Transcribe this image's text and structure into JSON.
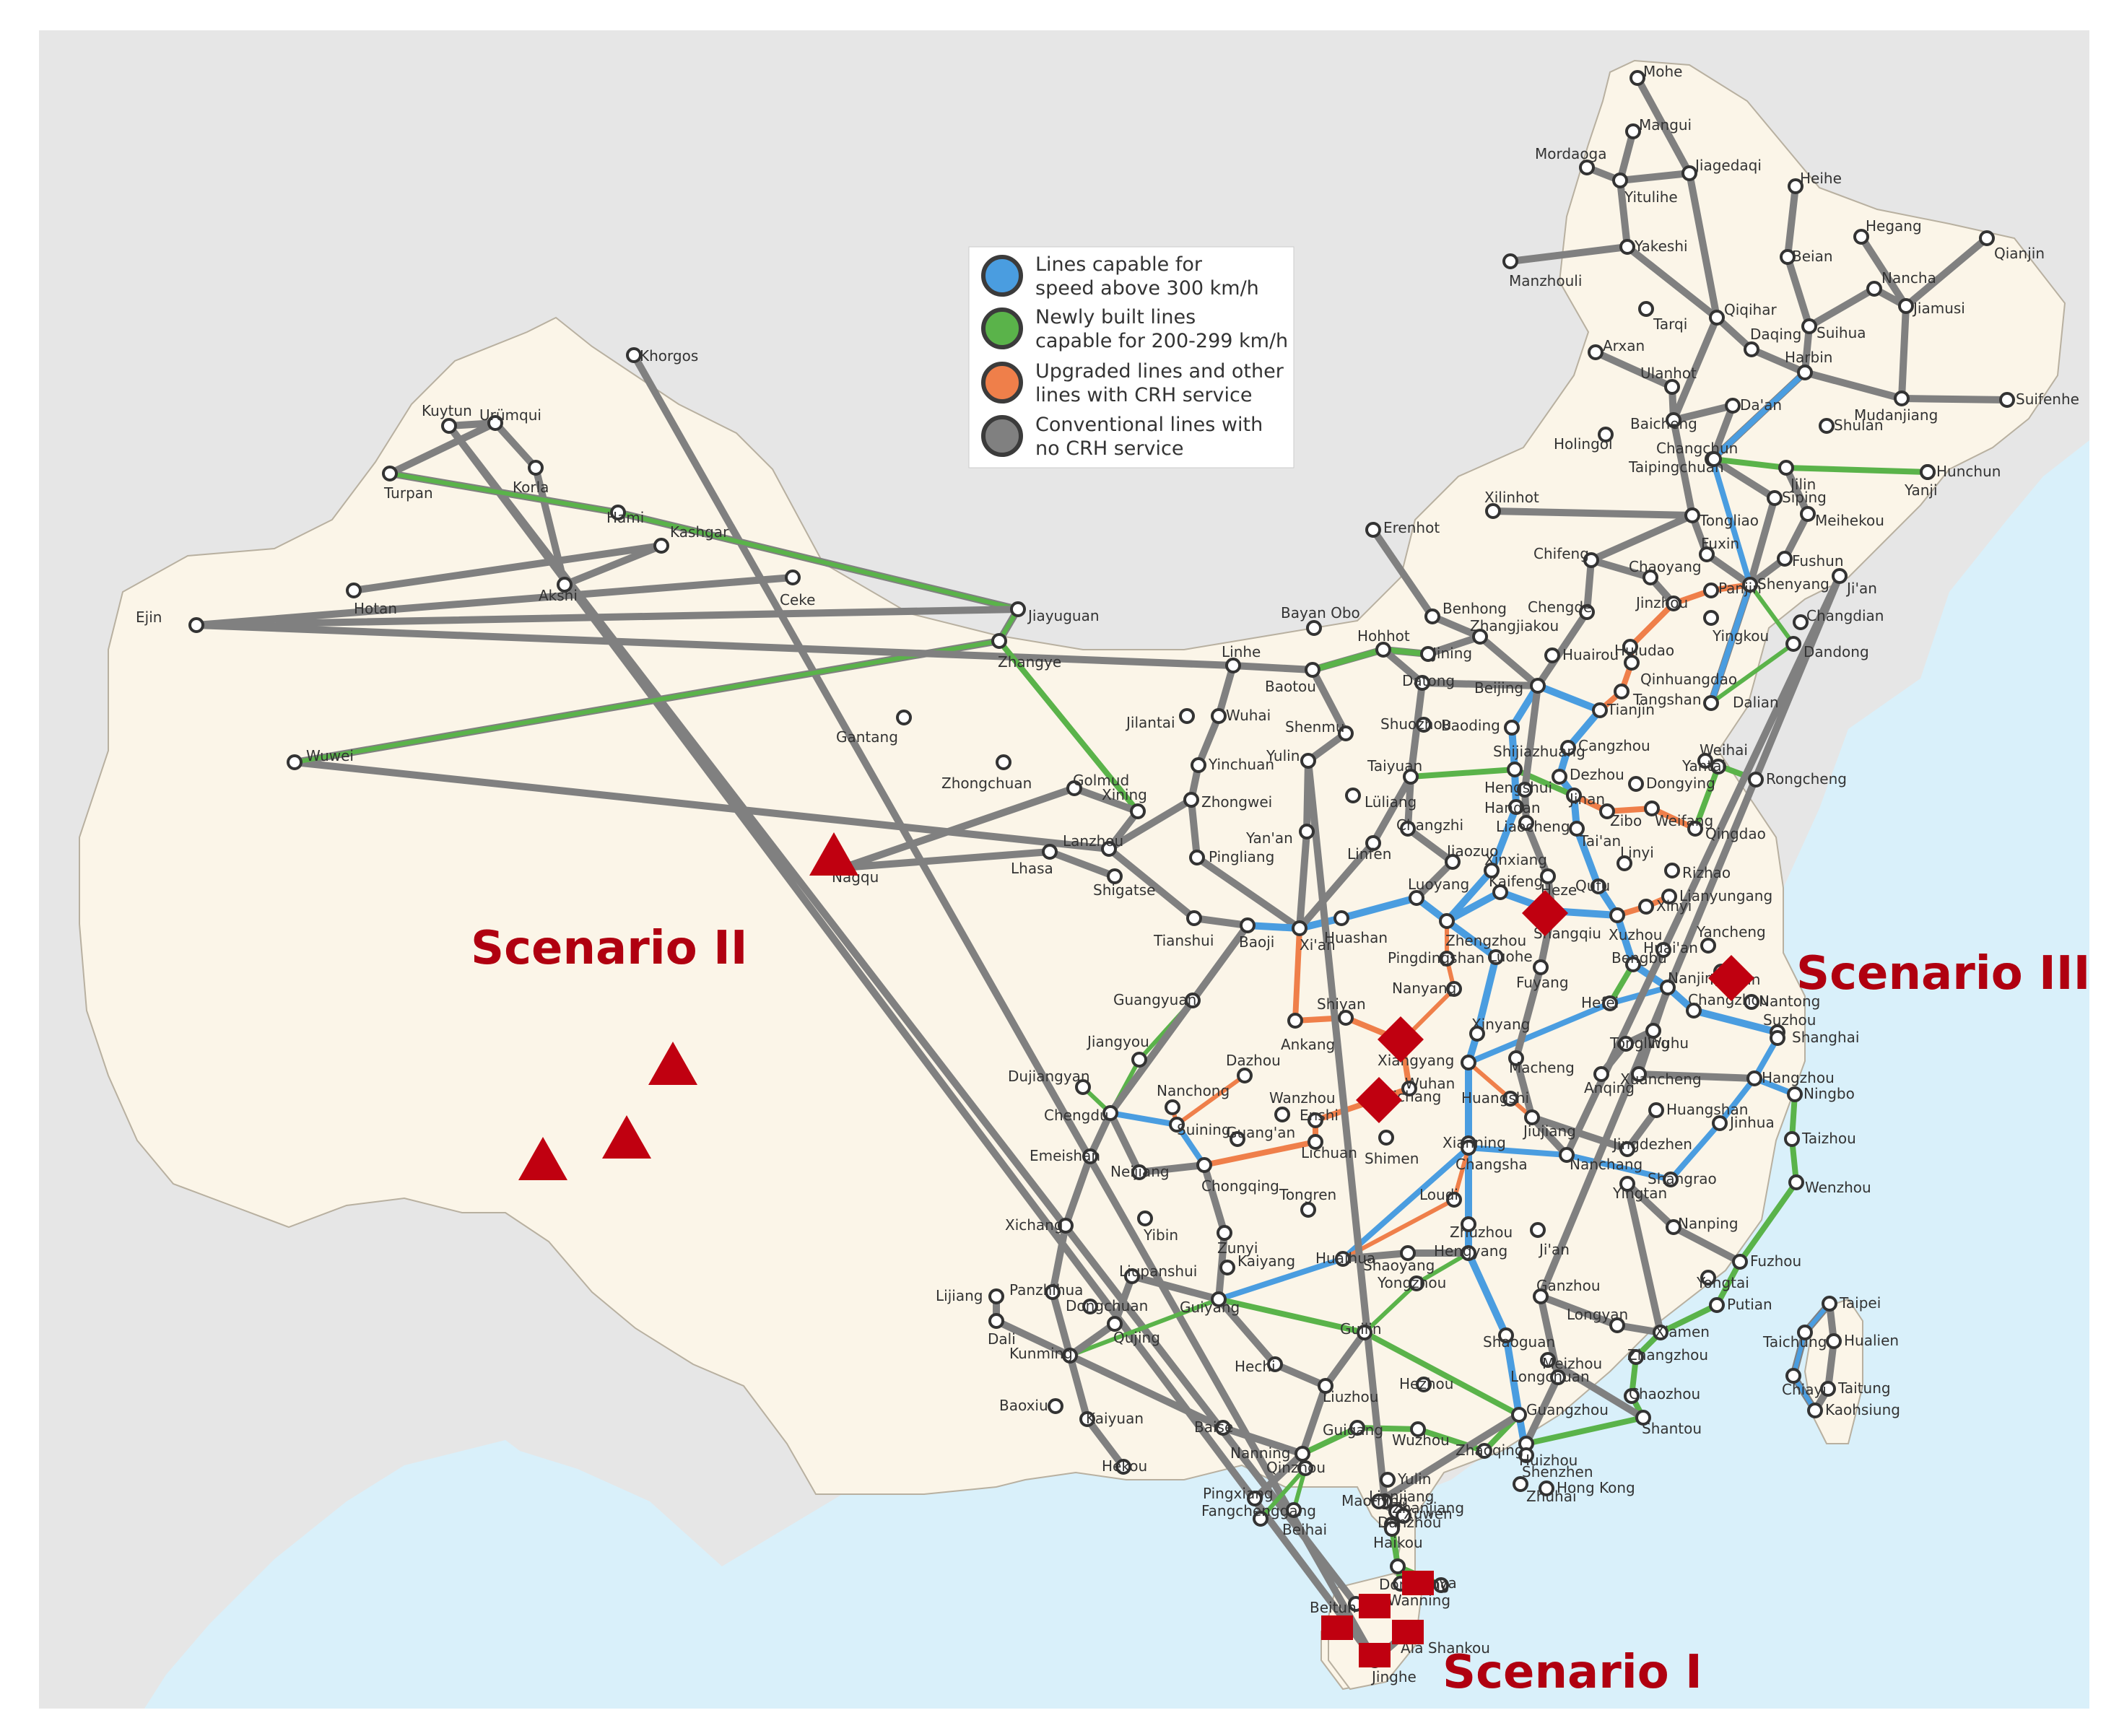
{
  "colors": {
    "sea": "#d9f0fa",
    "land_other": "#e6e6e6",
    "land_china": "#fbf5e8",
    "border": "#b8b0a0",
    "line_300": "#4a9de0",
    "line_200": "#5ab34a",
    "line_crh": "#ef7f4a",
    "line_conv": "#808080",
    "marker": "#c00010",
    "scenario_text": "#b00010",
    "station_fill": "#ffffff",
    "station_stroke": "#333333"
  },
  "legend": {
    "items": [
      {
        "key": "line_300",
        "line1": "Lines capable for",
        "line2": "speed above 300 km/h"
      },
      {
        "key": "line_200",
        "line1": "Newly built lines",
        "line2": "capable for 200-299 km/h"
      },
      {
        "key": "line_crh",
        "line1": "Upgraded lines and other",
        "line2": "lines with CRH service"
      },
      {
        "key": "line_conv",
        "line1": "Conventional lines with",
        "line2": "no CRH service"
      }
    ]
  },
  "scenarios": {
    "scenario_1": "Scenario I",
    "scenario_2": "Scenario II",
    "scenario_3": "Scenario III"
  },
  "cities": [
    {
      "name": "Mohe"
    },
    {
      "name": "Mangui"
    },
    {
      "name": "Mordaoga"
    },
    {
      "name": "Yitulihe"
    },
    {
      "name": "Jiagedaqi"
    },
    {
      "name": "Heihe"
    },
    {
      "name": "Hegang"
    },
    {
      "name": "Qianjin"
    },
    {
      "name": "Yakeshi"
    },
    {
      "name": "Manzhouli"
    },
    {
      "name": "Beian"
    },
    {
      "name": "Nancha"
    },
    {
      "name": "Jiamusi"
    },
    {
      "name": "Tarqi"
    },
    {
      "name": "Qiqihar"
    },
    {
      "name": "Suihua"
    },
    {
      "name": "Arxan"
    },
    {
      "name": "Daqing"
    },
    {
      "name": "Harbin"
    },
    {
      "name": "Suifenhe"
    },
    {
      "name": "Ulanhot"
    },
    {
      "name": "Da'an"
    },
    {
      "name": "Mudanjiang"
    },
    {
      "name": "Baicheng"
    },
    {
      "name": "Shulan"
    },
    {
      "name": "Holingol"
    },
    {
      "name": "Changchun"
    },
    {
      "name": "Hunchun"
    },
    {
      "name": "Taipingchuan"
    },
    {
      "name": "Jilin"
    },
    {
      "name": "Yanji"
    },
    {
      "name": "Xilinhot"
    },
    {
      "name": "Siping"
    },
    {
      "name": "Meihekou"
    },
    {
      "name": "Erenhot"
    },
    {
      "name": "Tongliao"
    },
    {
      "name": "Fuxin"
    },
    {
      "name": "Fushun"
    },
    {
      "name": "Chifeng"
    },
    {
      "name": "Chaoyang"
    },
    {
      "name": "Shenyang"
    },
    {
      "name": "Ji'an"
    },
    {
      "name": "Jinzhou"
    },
    {
      "name": "Panjin"
    },
    {
      "name": "Chengde"
    },
    {
      "name": "Changdian"
    },
    {
      "name": "Benhong"
    },
    {
      "name": "Yingkou"
    },
    {
      "name": "Bayan Obo"
    },
    {
      "name": "Hohhot"
    },
    {
      "name": "Zhangjiakou"
    },
    {
      "name": "Huairou"
    },
    {
      "name": "Huludao"
    },
    {
      "name": "Dandong"
    },
    {
      "name": "Jining"
    },
    {
      "name": "Qinhuangdao"
    },
    {
      "name": "Linhe"
    },
    {
      "name": "Baotou"
    },
    {
      "name": "Datong"
    },
    {
      "name": "Beijing"
    },
    {
      "name": "Tangshan"
    },
    {
      "name": "Dalian"
    },
    {
      "name": "Tianjin"
    },
    {
      "name": "Jilantai"
    },
    {
      "name": "Wuhai"
    },
    {
      "name": "Shenmu"
    },
    {
      "name": "Shuozhou"
    },
    {
      "name": "Baoding"
    },
    {
      "name": "Yulin"
    },
    {
      "name": "Cangzhou"
    },
    {
      "name": "Weihai"
    },
    {
      "name": "Yinchuan"
    },
    {
      "name": "Taiyuan"
    },
    {
      "name": "Shijiazhuang"
    },
    {
      "name": "Dezhou"
    },
    {
      "name": "Yantai"
    },
    {
      "name": "Dongying"
    },
    {
      "name": "Rongcheng"
    },
    {
      "name": "Zhongwei"
    },
    {
      "name": "Hengshui"
    },
    {
      "name": "Jinan"
    },
    {
      "name": "Lüliang"
    },
    {
      "name": "Handan"
    },
    {
      "name": "Zibo"
    },
    {
      "name": "Weifang"
    },
    {
      "name": "Qingdao"
    },
    {
      "name": "Yan'an"
    },
    {
      "name": "Changzhi"
    },
    {
      "name": "Liaocheng"
    },
    {
      "name": "Tai'an"
    },
    {
      "name": "Pingliang"
    },
    {
      "name": "Linfen"
    },
    {
      "name": "Jiaozuo"
    },
    {
      "name": "Xinxiang"
    },
    {
      "name": "Linyi"
    },
    {
      "name": "Rizhao"
    },
    {
      "name": "Heze"
    },
    {
      "name": "Qufu"
    },
    {
      "name": "Kaifeng"
    },
    {
      "name": "Lianyungang"
    },
    {
      "name": "Luoyang"
    },
    {
      "name": "Xinyi"
    },
    {
      "name": "Shangqiu"
    },
    {
      "name": "Xuzhou"
    },
    {
      "name": "Tianshui"
    },
    {
      "name": "Baoji"
    },
    {
      "name": "Xi'an"
    },
    {
      "name": "Huashan"
    },
    {
      "name": "Zhengzhou"
    },
    {
      "name": "Yancheng"
    },
    {
      "name": "Pingdingshan"
    },
    {
      "name": "Luohe"
    },
    {
      "name": "Huai'an"
    },
    {
      "name": "Huaian"
    },
    {
      "name": "Bengbu"
    },
    {
      "name": "Guangyuan"
    },
    {
      "name": "Nanyang"
    },
    {
      "name": "Fuyang"
    },
    {
      "name": "Nanjing"
    },
    {
      "name": "Nantong"
    },
    {
      "name": "Shiyan"
    },
    {
      "name": "Ankang"
    },
    {
      "name": "Hefei"
    },
    {
      "name": "Xiangyang"
    },
    {
      "name": "Xinyang"
    },
    {
      "name": "Changzhou"
    },
    {
      "name": "Suzhou"
    },
    {
      "name": "Shanghai"
    },
    {
      "name": "Jiangyou"
    },
    {
      "name": "Wuhu"
    },
    {
      "name": "Tongling"
    },
    {
      "name": "Macheng"
    },
    {
      "name": "Dujiangyan"
    },
    {
      "name": "Dazhou"
    },
    {
      "name": "Wuhan"
    },
    {
      "name": "Anqing"
    },
    {
      "name": "Xuancheng"
    },
    {
      "name": "Hangzhou"
    },
    {
      "name": "Ningbo"
    },
    {
      "name": "Nanchong"
    },
    {
      "name": "Wanzhou"
    },
    {
      "name": "Yichang"
    },
    {
      "name": "Huangshi"
    },
    {
      "name": "Chengdu"
    },
    {
      "name": "Suining"
    },
    {
      "name": "Enshi"
    },
    {
      "name": "Huangshan"
    },
    {
      "name": "Jinhua"
    },
    {
      "name": "Xianning"
    },
    {
      "name": "Jiujiang"
    },
    {
      "name": "Guang'an"
    },
    {
      "name": "Lichuan"
    },
    {
      "name": "Taizhou"
    },
    {
      "name": "Jingdezhen"
    },
    {
      "name": "Emeishan"
    },
    {
      "name": "Shimen"
    },
    {
      "name": "Changsha"
    },
    {
      "name": "Nanchang"
    },
    {
      "name": "Neijiang"
    },
    {
      "name": "Chongqing"
    },
    {
      "name": "Yingtan"
    },
    {
      "name": "Wenzhou"
    },
    {
      "name": "Shangrao"
    },
    {
      "name": "Loudi"
    },
    {
      "name": "Tongren"
    },
    {
      "name": "Yibin"
    },
    {
      "name": "Xichang"
    },
    {
      "name": "Zhuzhou"
    },
    {
      "name": "Nanping"
    },
    {
      "name": "Zunyi"
    },
    {
      "name": "Huaihua"
    },
    {
      "name": "Hengyang"
    },
    {
      "name": "Ji'an"
    },
    {
      "name": "Shaoyang"
    },
    {
      "name": "Kaiyang"
    },
    {
      "name": "Fuzhou"
    },
    {
      "name": "Liupanshui"
    },
    {
      "name": "Panzhihua"
    },
    {
      "name": "Yongtai"
    },
    {
      "name": "Yongzhou"
    },
    {
      "name": "Lijiang"
    },
    {
      "name": "Dongchuan"
    },
    {
      "name": "Guiyang"
    },
    {
      "name": "Ganzhou"
    },
    {
      "name": "Putian"
    },
    {
      "name": "Taipei"
    },
    {
      "name": "Qujing"
    },
    {
      "name": "Dali"
    },
    {
      "name": "Longyan"
    },
    {
      "name": "Xiamen"
    },
    {
      "name": "Taichung"
    },
    {
      "name": "Hualien"
    },
    {
      "name": "Guilin"
    },
    {
      "name": "Shaoguan"
    },
    {
      "name": "Zhangzhou"
    },
    {
      "name": "Meizhou"
    },
    {
      "name": "Kunming"
    },
    {
      "name": "Hechi"
    },
    {
      "name": "Chiayi"
    },
    {
      "name": "Longchuan"
    },
    {
      "name": "Taitung"
    },
    {
      "name": "Liuzhou"
    },
    {
      "name": "Hezhou"
    },
    {
      "name": "Chaozhou"
    },
    {
      "name": "Kaohsiung"
    },
    {
      "name": "Baoxiu"
    },
    {
      "name": "Shantou"
    },
    {
      "name": "Guangzhou"
    },
    {
      "name": "Kaiyuan"
    },
    {
      "name": "Baise"
    },
    {
      "name": "Guigang"
    },
    {
      "name": "Wuzhou"
    },
    {
      "name": "Huizhou"
    },
    {
      "name": "Zhaoqing"
    },
    {
      "name": "Shenzhen"
    },
    {
      "name": "Nanning"
    },
    {
      "name": "Hekou"
    },
    {
      "name": "Qinzhou"
    },
    {
      "name": "Yulin"
    },
    {
      "name": "Zhuhai"
    },
    {
      "name": "Hong Kong"
    },
    {
      "name": "Pingxiang"
    },
    {
      "name": "Lianjiang"
    },
    {
      "name": "Maoming"
    },
    {
      "name": "Fangchenggang"
    },
    {
      "name": "Beihai"
    },
    {
      "name": "Zhanjiang"
    },
    {
      "name": "Xuwen"
    },
    {
      "name": "Danzhou"
    },
    {
      "name": "Haikou"
    },
    {
      "name": "Dongfang"
    },
    {
      "name": "Wanning"
    },
    {
      "name": "Sanya"
    },
    {
      "name": "Beitun"
    },
    {
      "name": "Ala Shankou"
    },
    {
      "name": "Jinghe"
    },
    {
      "name": "Khorgos"
    },
    {
      "name": "Kuytun"
    },
    {
      "name": "Urümqui"
    },
    {
      "name": "Turpan"
    },
    {
      "name": "Korla"
    },
    {
      "name": "Hami"
    },
    {
      "name": "Kashgar"
    },
    {
      "name": "Akshi"
    },
    {
      "name": "Ceke"
    },
    {
      "name": "Ejin"
    },
    {
      "name": "Hotan"
    },
    {
      "name": "Jiayuguan"
    },
    {
      "name": "Zhangye"
    },
    {
      "name": "Wuwei"
    },
    {
      "name": "Gantang"
    },
    {
      "name": "Zhongchuan"
    },
    {
      "name": "Golmud"
    },
    {
      "name": "Xining"
    },
    {
      "name": "Lanzhou"
    },
    {
      "name": "Nagqu"
    },
    {
      "name": "Lhasa"
    },
    {
      "name": "Shigatse"
    }
  ]
}
